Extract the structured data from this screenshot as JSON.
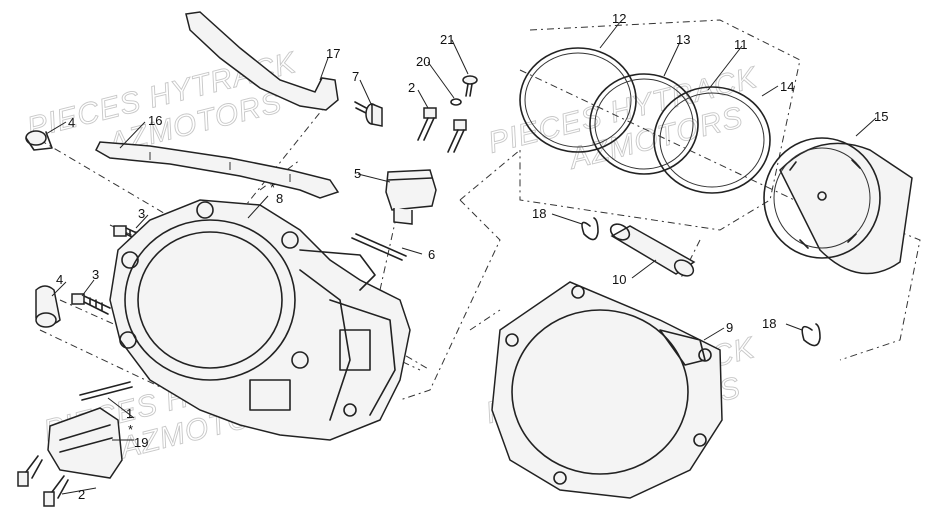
{
  "watermark": {
    "line1": "PIECES HYTRACK",
    "line2": "AZMOTORS"
  },
  "callouts": {
    "c1": "1",
    "c2a": "2",
    "c2b": "2",
    "c3a": "3",
    "c3b": "3",
    "c4a": "4",
    "c4b": "4",
    "c5": "5",
    "c6": "6",
    "c7": "7",
    "c8": "8",
    "c8star": "*",
    "c9": "9",
    "c10": "10",
    "c11": "11",
    "c12": "12",
    "c13": "13",
    "c14": "14",
    "c15": "15",
    "c16": "16",
    "c17": "17",
    "c18a": "18",
    "c18b": "18",
    "c19": "19",
    "c19star": "*",
    "c20": "20",
    "c21": "21"
  },
  "colors": {
    "line": "#222222",
    "watermark": "#c8c8c8",
    "background": "#ffffff"
  }
}
